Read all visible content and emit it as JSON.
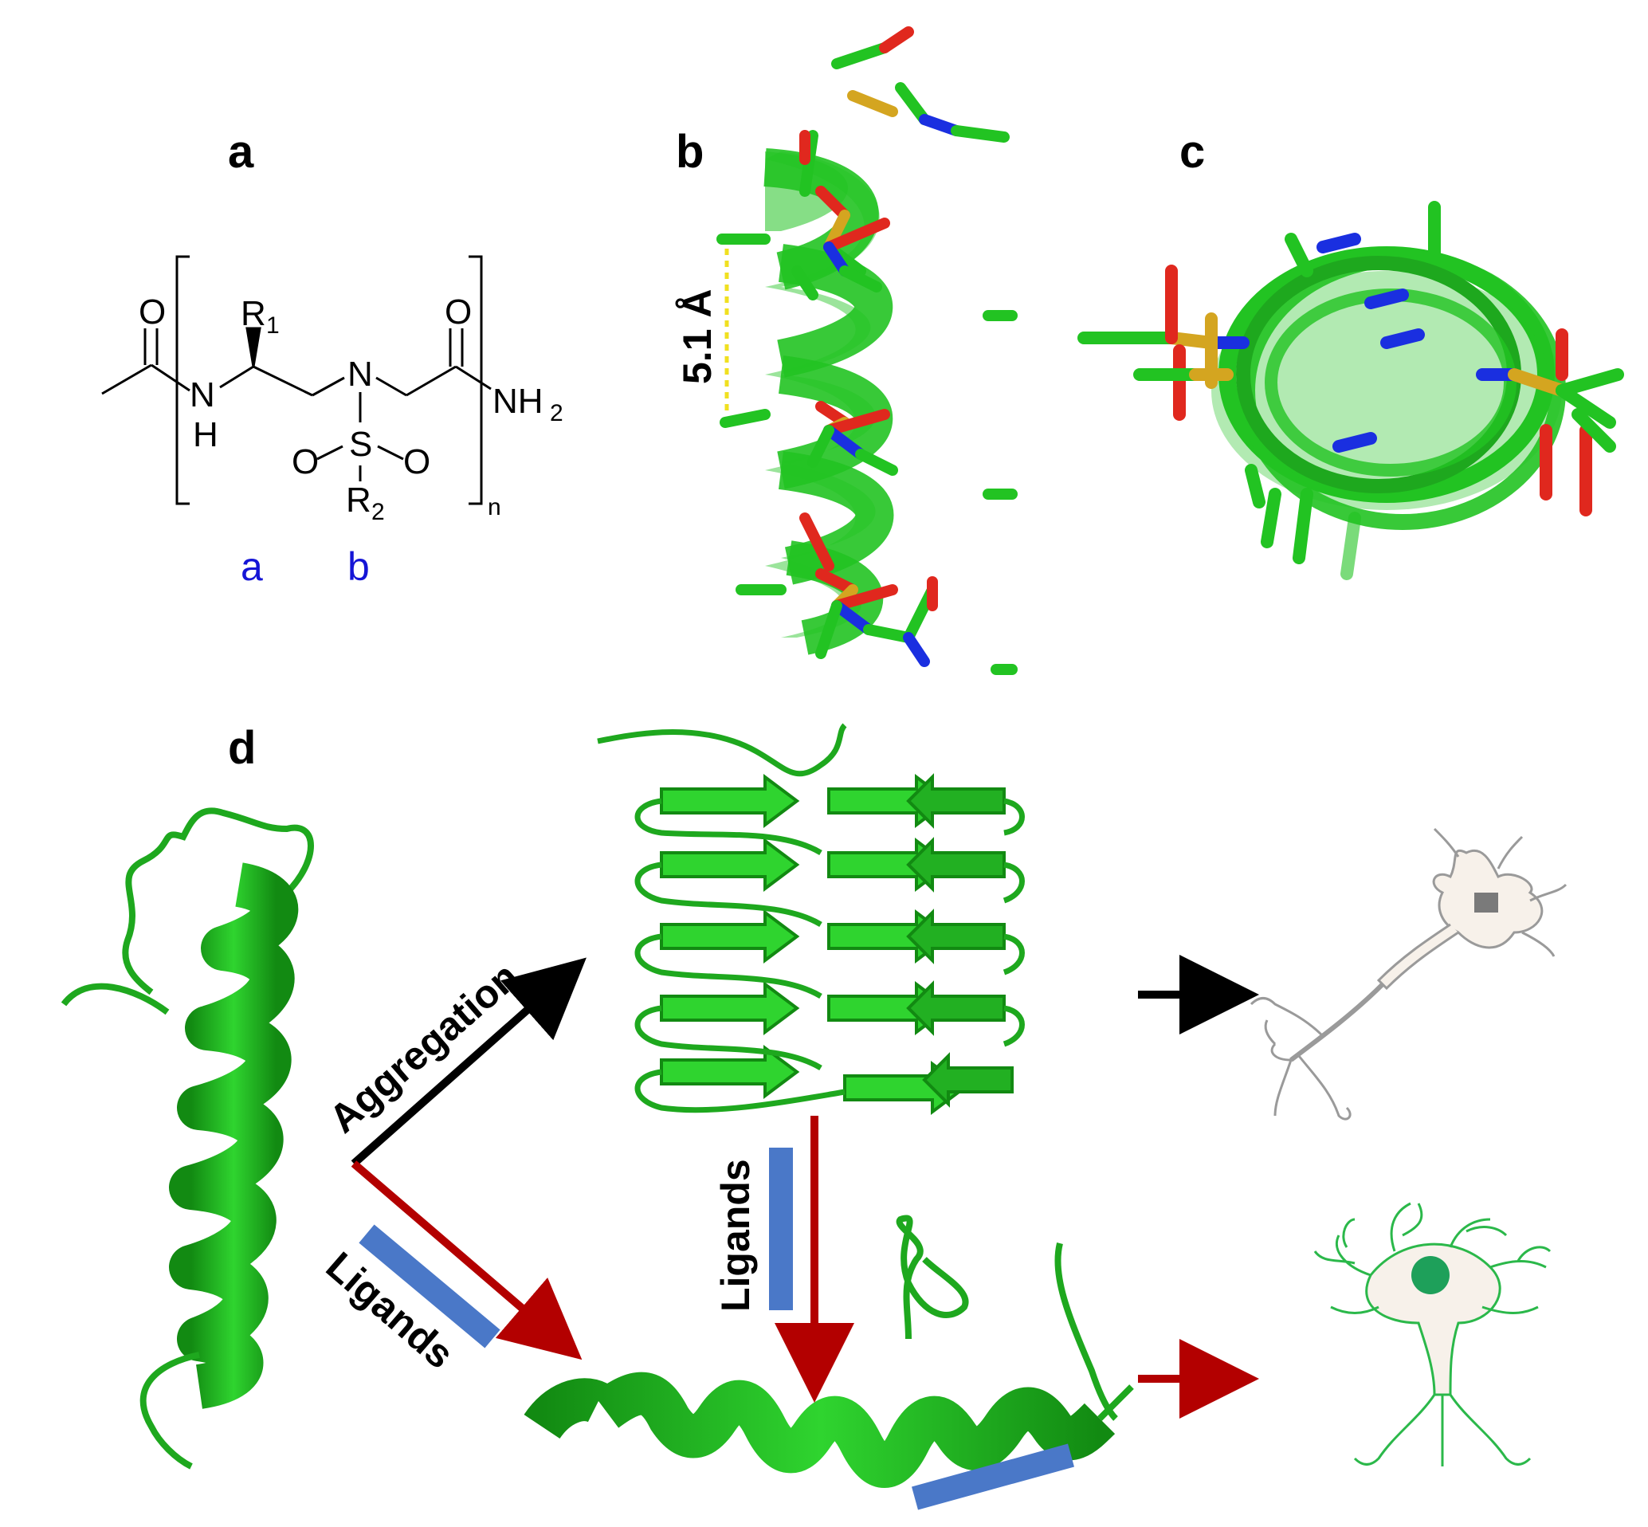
{
  "panels": {
    "a": "a",
    "b": "b",
    "c": "c",
    "d": "d"
  },
  "chemistry": {
    "oxygen": "O",
    "nh_N": "N",
    "nh_H": "H",
    "r1": "R",
    "r1_sub": "1",
    "n_atom": "N",
    "sulfur": "S",
    "r2": "R",
    "r2_sub": "2",
    "amide": "NH",
    "amide_sub": "2",
    "repeat_n": "n",
    "unit_a": "a",
    "unit_b": "b"
  },
  "measurement": "5.1 Å",
  "arrows": {
    "aggregation": "Aggregation",
    "ligands_diag": "Ligands",
    "ligands_vert": "Ligands"
  },
  "colors": {
    "protein_green": "#22c322",
    "protein_dark": "#128a12",
    "oxygen_red": "#e0281e",
    "nitrogen_blue": "#1a2fe0",
    "sulfur_gold": "#d4a520",
    "arrow_red": "#b30000",
    "ligand_blue": "#4a78c8",
    "neuron_gray": "#9a9a9a",
    "neuron_green": "#2bb84a",
    "neuron_fill": "#f7f1ea"
  },
  "icons": {
    "healthy_neuron": "neuron-healthy-icon",
    "damaged_neuron": "neuron-damaged-icon"
  }
}
